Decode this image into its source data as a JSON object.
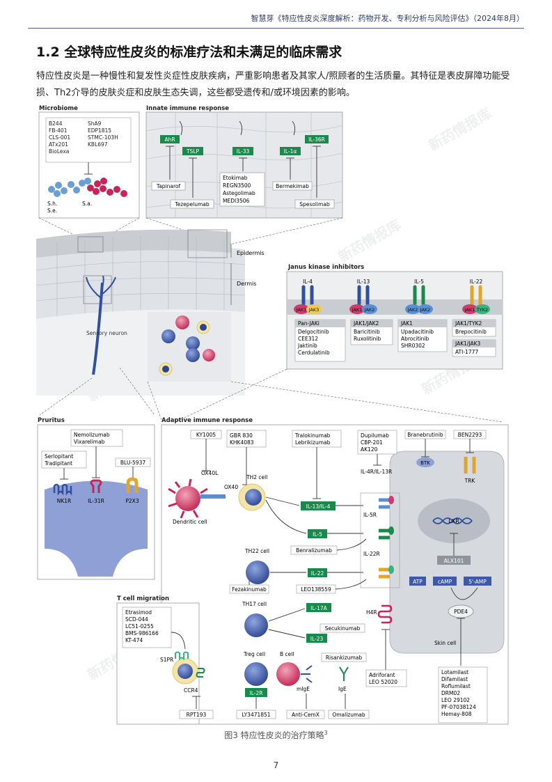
{
  "header": {
    "text": "智慧芽《特应性皮炎深度解析：药物开发、专利分析与风险评估》（2024年8月）"
  },
  "section": {
    "title": "1.2 全球特应性皮炎的标准疗法和未满足的临床需求"
  },
  "body": {
    "paragraph": "特应性皮炎是一种慢性和复发性炎症性皮肤疾病，严重影响患者及其家人/照顾者的生活质量。其特征是表皮屏障功能受损、Th2介导的皮肤炎症和皮肤生态失调，这些都受遗传和/或环境因素的影响。"
  },
  "figure": {
    "microbiome": {
      "title": "Microbiome",
      "drugs_left": [
        "B244",
        "FB-401",
        "CLS-001",
        "ATx201",
        "BioLexa"
      ],
      "drugs_right": [
        "ShA9",
        "EDP1815",
        "STMC-103H",
        "KBL697"
      ],
      "labels": [
        "S.h.",
        "S.e.",
        "S.a."
      ]
    },
    "innate": {
      "title": "Innate immune response",
      "targets": [
        "AhR",
        "TSLP",
        "IL-33",
        "IL-1α",
        "IL-36R"
      ],
      "tapinarof": "Tapinarof",
      "tezepelumab": "Tezepelumab",
      "il33_drugs": [
        "Etokimab",
        "REGN3500",
        "Astegolimab",
        "MEDI3506"
      ],
      "bermekimab": "Bermekimab",
      "spesolimab": "Spesolimab"
    },
    "skin": {
      "epidermis": "Epidermis",
      "dermis": "Dermis",
      "sensory_neuron": "Sensory neuron"
    },
    "jak": {
      "title": "Janus kinase inhibitors",
      "cytokines": [
        "IL-4",
        "IL-13",
        "IL-5",
        "IL-22"
      ],
      "kinases": [
        "JAK1",
        "JAK3",
        "JAK1",
        "JAK2",
        "JAK2",
        "JAK2",
        "JAK1",
        "TYK2"
      ],
      "pan_title": "Pan-JAKi",
      "pan_drugs": [
        "Delgocitinib",
        "CEE312",
        "Jaktinib",
        "Cerdulatinib"
      ],
      "jak12_title": "JAK1/JAK2",
      "jak12_drugs": [
        "Baricitinib",
        "Ruxolitinib"
      ],
      "jak1_title": "JAK1",
      "jak1_drugs": [
        "Upadacitinib",
        "Abrocitinib",
        "SHR0302"
      ],
      "jak1tyk2_title": "JAK1/TYK2",
      "jak1tyk2_drugs": [
        "Brepocitinib"
      ],
      "jak13_title": "JAK1/JAK3",
      "jak13_drugs": [
        "ATI-1777"
      ]
    },
    "pruritus": {
      "title": "Pruritus",
      "nemo_drugs": [
        "Nemolizumab",
        "Vixarelimab"
      ],
      "nk1r_drugs": [
        "Serlopitant",
        "Tradipitant"
      ],
      "blu": "BLU-5937",
      "receptors": [
        "NK1R",
        "IL-31R",
        "P2X3"
      ]
    },
    "tcell": {
      "title": "T cell migration",
      "drugs": [
        "Etrasimod",
        "SCD-044",
        "LC51-0255",
        "BMS-986166",
        "KT-474"
      ],
      "s1pr": "S1PR",
      "ccr4": "CCR4",
      "rpt": "RPT193"
    },
    "adaptive": {
      "title": "Adaptive immune response",
      "ky": "KY1005",
      "gbr_drugs": [
        "GBR 830",
        "KHK4083"
      ],
      "ox40l": "OX40L",
      "ox40": "OX40",
      "th2": "TH2 cell",
      "dendritic": "Dendritic cell",
      "tralo_drugs": [
        "Tralokinumab",
        "Lebrikizumab"
      ],
      "dupi_drugs": [
        "Dupilumab",
        "CBP-201",
        "AK120"
      ],
      "il13il4": "IL-13/IL-4",
      "il5": "IL-5",
      "il22": "IL-22",
      "il4r": "IL-4R/IL-13R",
      "il5r": "IL-5R",
      "il22r": "IL-22R",
      "benra": "Benralizumab",
      "th22": "TH22 cell",
      "fezak": "Fezakinumab",
      "leo138": "LEO138559",
      "th17": "TH17 cell",
      "il17a": "IL-17A",
      "il23": "IL-23",
      "secuk": "Secukinumab",
      "risank": "Risankizumab",
      "treg": "Treg cell",
      "il2r": "IL-2R",
      "ly": "LY3471851",
      "bcell": "B cell",
      "migE": "mIgE",
      "ige": "IgE",
      "anticemx": "Anti-CemX",
      "omali": "Omalizumab",
      "h4r": "H4R",
      "h4r_drugs": [
        "Adriforant",
        "LEO 52020"
      ],
      "brane": "Branebrutinib",
      "ben": "BEN2293",
      "btk": "BTK",
      "trk": "TRK",
      "lxr": "LXR",
      "alx": "ALX101",
      "atp": "ATP",
      "camp": "cAMP",
      "amp": "5'-AMP",
      "pde4": "PDE4",
      "skincell": "Skin cell",
      "pde4_drugs": [
        "Lotamilast",
        "Difamilast",
        "Roflumilast",
        "DRM02",
        "LEO 29102",
        "PF-07038124",
        "Hemay-808"
      ]
    }
  },
  "caption": {
    "text": "图3 特应性皮炎的治疗策略",
    "sup": "3"
  },
  "page": {
    "number": "7"
  },
  "watermark": {
    "text": "新药情报库"
  },
  "colors": {
    "green": "#1a8a4c",
    "blue_cell": "#3d5aa8",
    "pink": "#cc3b6a",
    "gray_bg": "#e9eaec"
  }
}
